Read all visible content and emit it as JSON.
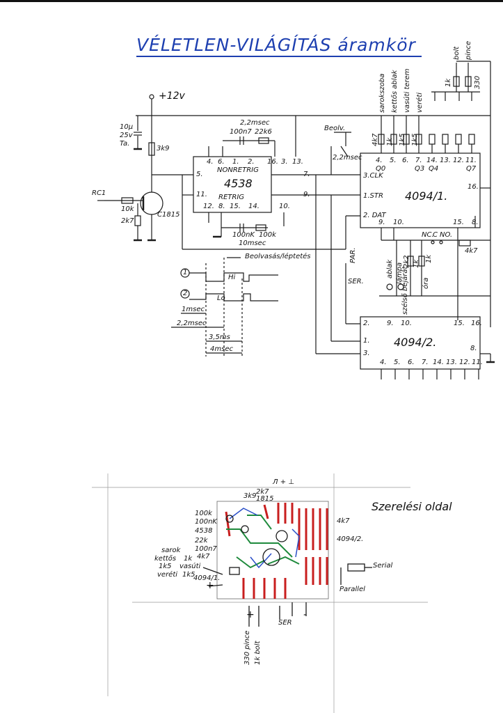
{
  "title": "VÉLETLEN-VILÁGÍTÁS áramkör",
  "supply": "+12v",
  "cap_main": [
    "10µ",
    "25v",
    "Ta."
  ],
  "r_3k9": "3k9",
  "input": "RC1",
  "r_10k": "10k",
  "r_2k7": "2k7",
  "transistor": "C1815",
  "timing_top": "2,2msec",
  "c_100n7": "100n7",
  "r_22k6": "22k6",
  "u4538": {
    "name": "4538",
    "nonretrig": "NONRETRIG",
    "retrig": "RETRIG",
    "pins_top": [
      "4.",
      "6.",
      "1.",
      "2.",
      "16.",
      "3.",
      "13."
    ],
    "pin_5": "5.",
    "pin_11": "11.",
    "pin_7": "7.",
    "pin_9": "9.",
    "pins_bottom": [
      "12.",
      "8.",
      "15.",
      "14.",
      "10."
    ]
  },
  "timing_bottom": [
    "100nK",
    "100k",
    "10msec"
  ],
  "beolv_label": "Beolv.",
  "beolv_time": "2,2msec",
  "reg1": {
    "name": "4094/1.",
    "pins_top": [
      "4.",
      "5.",
      "6.",
      "7.",
      "14.",
      "13.",
      "12.",
      "11."
    ],
    "q_labels": [
      "Q0",
      "Q3",
      "Q4",
      "Q7"
    ],
    "clk": "3.CLK",
    "str": "1.STR",
    "dat": "2. DAT",
    "pins_bottom": [
      "9.",
      "10.",
      "15.",
      "8."
    ],
    "pin_16": "16."
  },
  "outputs_top": [
    "sarokszoba",
    "kettős ablak",
    "vasúti terem",
    "veréti"
  ],
  "out_res": [
    "4k7",
    "1k",
    "1k5",
    "1k5"
  ],
  "cellar": [
    "bolt",
    "pince"
  ],
  "cellar_res": [
    "1k",
    "330"
  ],
  "nc_no": [
    "NC.",
    "C",
    "NO."
  ],
  "r_4k7_right": "4k7",
  "lower_outs": [
    "ablak",
    "lámpa",
    "szélső bejárat",
    "óra"
  ],
  "lower_res": [
    "2k2",
    "1k",
    "1k"
  ],
  "par": "PAR.",
  "ser": "SER.",
  "reg2": {
    "name": "4094/2.",
    "pins_left": [
      "2.",
      "1.",
      "3."
    ],
    "pins_top": [
      "9.",
      "10.",
      "15.",
      "16."
    ],
    "pin_8": "8.",
    "pins_bottom": [
      "4.",
      "5.",
      "6.",
      "7.",
      "14.",
      "13.",
      "12.",
      "11."
    ]
  },
  "timing_diagram": {
    "label": "Beolvasás/léptetés",
    "wave1": "1",
    "wave2": "2",
    "hi": "Hi",
    "lo": "Lo",
    "t1": "1msec",
    "t2": "2,2msec",
    "t3": "3,5ms",
    "t4": "4msec"
  },
  "layout": {
    "heading": "Szerelési oldal",
    "top_marks": "Л + ⊥",
    "top_labels": [
      "3k9",
      "2k7",
      "1815"
    ],
    "left_labels": [
      "100k",
      "100nK",
      "4538",
      "22k",
      "100n7",
      "4k7",
      "sarok",
      "kettős",
      "1k5",
      "veréti",
      "4094/1."
    ],
    "left_right_labels": [
      "1k",
      "vasúti",
      "1k5"
    ],
    "right_labels": [
      "4k7",
      "4094/2."
    ],
    "serial": "Serial",
    "parallel": "Parallel",
    "bottom_labels": [
      "SER"
    ],
    "rotated_labels": [
      "330 pince",
      "1k bolt"
    ],
    "plus": "+",
    "minus": "-"
  },
  "colors": {
    "ink": "#1a1a1a",
    "title": "#1d3fb0",
    "pcb_red": "#c81e1e",
    "pcb_green": "#1e8a3c",
    "pcb_blue": "#2a4fc8"
  }
}
